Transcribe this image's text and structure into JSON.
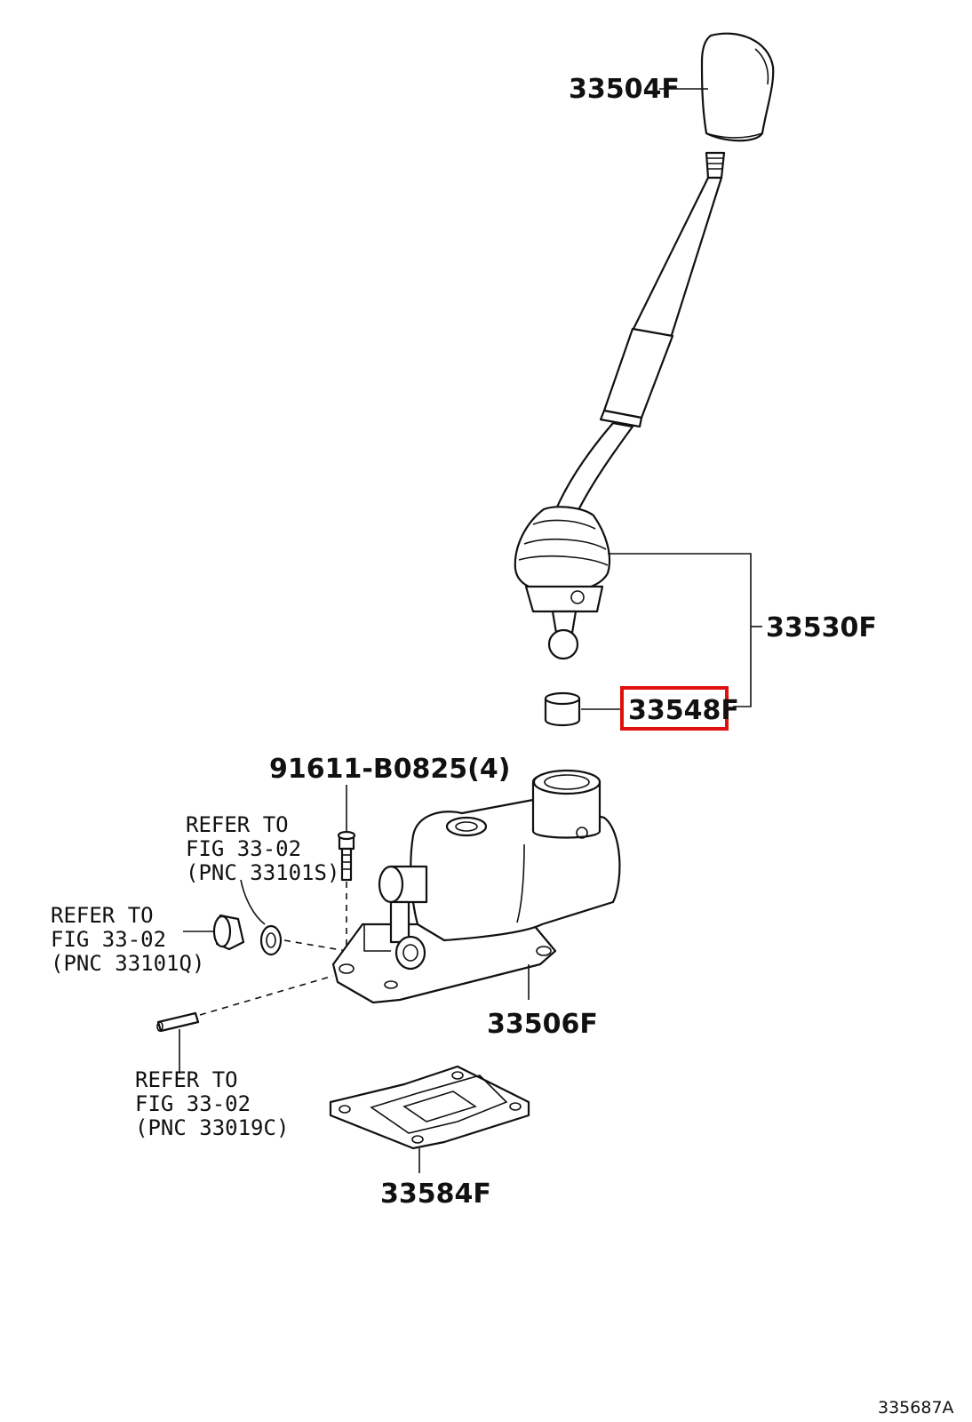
{
  "parts": {
    "knob": "33504F",
    "lever_assy": "33530F",
    "bushing": "33548F",
    "bolt": "91611-B0825(4)",
    "retainer": "33506F",
    "gasket": "33584F"
  },
  "references": {
    "ref_a": {
      "line1": "REFER TO",
      "line2": "FIG 33-02",
      "line3": "(PNC 33101S)"
    },
    "ref_b": {
      "line1": "REFER TO",
      "line2": "FIG 33-02",
      "line3": "(PNC 33101Q)"
    },
    "ref_c": {
      "line1": "REFER TO",
      "line2": "FIG 33-02",
      "line3": "(PNC 33019C)"
    }
  },
  "highlight": {
    "part": "33548F",
    "color": "#e01010"
  },
  "diagram_code": "335687A"
}
